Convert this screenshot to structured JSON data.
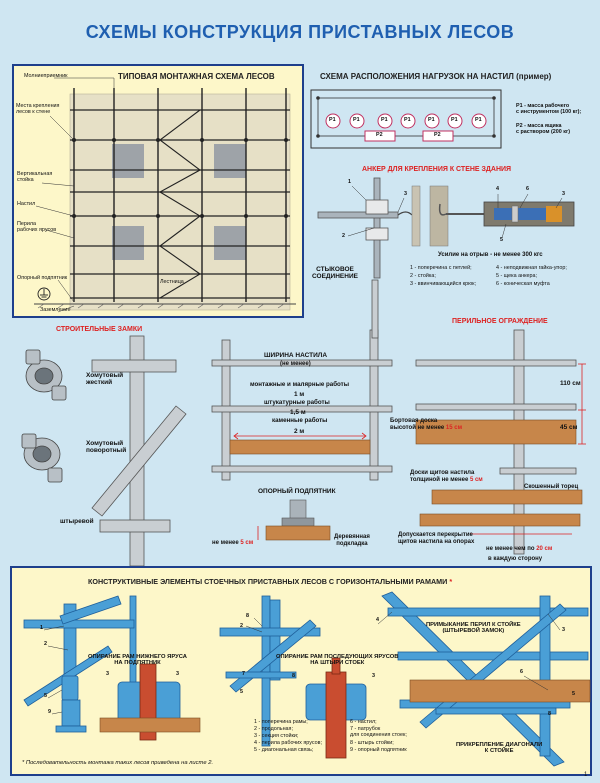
{
  "title": "СХЕМЫ КОНСТРУКЦИЯ ПРИСТАВНЫХ ЛЕСОВ",
  "typical_scheme": {
    "heading": "ТИПОВАЯ МОНТАЖНАЯ СХЕМА ЛЕСОВ",
    "labels": {
      "lightning_rod": "Молниеприемник",
      "wall_anchor": "Места крепления\nлесов к стене",
      "vertical_post": "Вертикальная\nстойка",
      "deck": "Настил",
      "railing": "Перила\nрабочих ярусов",
      "support_base": "Опорный подпятник",
      "ladder": "Лестница",
      "grounding": "Заземление"
    }
  },
  "load_scheme": {
    "heading": "СХЕМА РАСПОЛОЖЕНИЯ НАГРУЗОК НА НАСТИЛ",
    "heading_note": "(пример)",
    "p1": "P1",
    "p2": "P2",
    "legend_p1": "P1 - масса рабочего\nс инструментом (100 кг);",
    "legend_p2": "P2 - масса ящика\nс раствором (200 кг)"
  },
  "anchor": {
    "heading": "АНКЕР ДЛЯ КРЕПЛЕНИЯ К СТЕНЕ ЗДАНИЯ",
    "force": "Усилие на отрыв - не менее 300 кгс",
    "items": [
      "1 - поперечина с петлей;",
      "2 - стойка;",
      "3 - ввинчивающийся крюк;",
      "4 - неподвижная гайка-упор;",
      "5 - щека анкера;",
      "6 - коническая муфта"
    ],
    "n1": "1",
    "n2": "2",
    "n3": "3",
    "n4": "4",
    "n5": "5",
    "n6": "6"
  },
  "joint": {
    "label": "СТЫКОВОЕ\nСОЕДИНЕНИЕ"
  },
  "locks": {
    "heading": "СТРОИТЕЛЬНЫЕ ЗАМКИ",
    "fixed_clamp": "Хомутовый\nжесткий",
    "swivel_clamp": "Хомутовый\nповоротный",
    "pin": "штыревой"
  },
  "deck_width": {
    "heading": "ШИРИНА НАСТИЛА",
    "sub": "(не менее)",
    "rows": [
      {
        "work": "монтажные и малярные работы",
        "value": "1 м"
      },
      {
        "work": "штукатурные работы",
        "value": "1,5 м"
      },
      {
        "work": "каменные работы",
        "value": "2 м"
      }
    ]
  },
  "base": {
    "heading": "ОПОРНЫЙ ПОДПЯТНИК",
    "min_label": "не менее",
    "min_value": "5 см",
    "pad": "Деревянная\nподкладка"
  },
  "railing": {
    "heading": "ПЕРИЛЬНОЕ ОГРАЖДЕНИЕ",
    "dim_110": "110 см",
    "dim_45": "45 см",
    "side_board": "Бортовая доска\nвысотой не менее",
    "side_board_value": "15 см",
    "deck_boards": "Доски щитов настила\nтолщиной не менее",
    "deck_boards_value": "5 см",
    "bevel": "Скошенный торец",
    "overlap": "Допускается перекрытие\nщитов настила на опорах",
    "overlap_mid": "не менее чем по",
    "overlap_value": "20 см",
    "overlap_end": "в каждую сторону"
  },
  "elements": {
    "heading": "КОНСТРУКТИВНЫЕ ЭЛЕМЕНТЫ СТОЕЧНЫХ ПРИСТАВНЫХ ЛЕСОВ С ГОРИЗОНТАЛЬНЫМИ РАМАМИ",
    "asterisk": "*",
    "lower_tier": "ОПИРАНИЕ РАМ НИЖНЕГО ЯРУСА\nНА ПОДПЯТНИК",
    "next_tiers": "ОПИРАНИЕ РАМ ПОСЛЕДУЮЩИХ ЯРУСОВ\nНА ШТЫРИ СТОЕК",
    "rail_joint": "ПРИМЫКАНИЕ ПЕРИЛ К СТОЙКЕ\n(ШТЫРЕВОЙ ЗАМОК)",
    "diagonal": "ПРИКРЕПЛЕНИЕ ДИАГОНАЛИ\nК СТОЙКЕ",
    "legend_left": [
      "1 - поперечина рамы;",
      "2 - продольная;",
      "3 - секция стойки;",
      "4 - перила рабочих ярусов;",
      "5 - диагональная связь;"
    ],
    "legend_right": [
      "6 - настил;",
      "7 - патрубок\nдля соединения стоек;",
      "8 - штырь стойки;",
      "9 - опорный подпятник"
    ],
    "footnote": "* Последовательность монтажа таких лесов приведена на листе 2.",
    "page": "1",
    "nums": [
      "1",
      "2",
      "3",
      "4",
      "5",
      "6",
      "7",
      "8",
      "9"
    ]
  }
}
